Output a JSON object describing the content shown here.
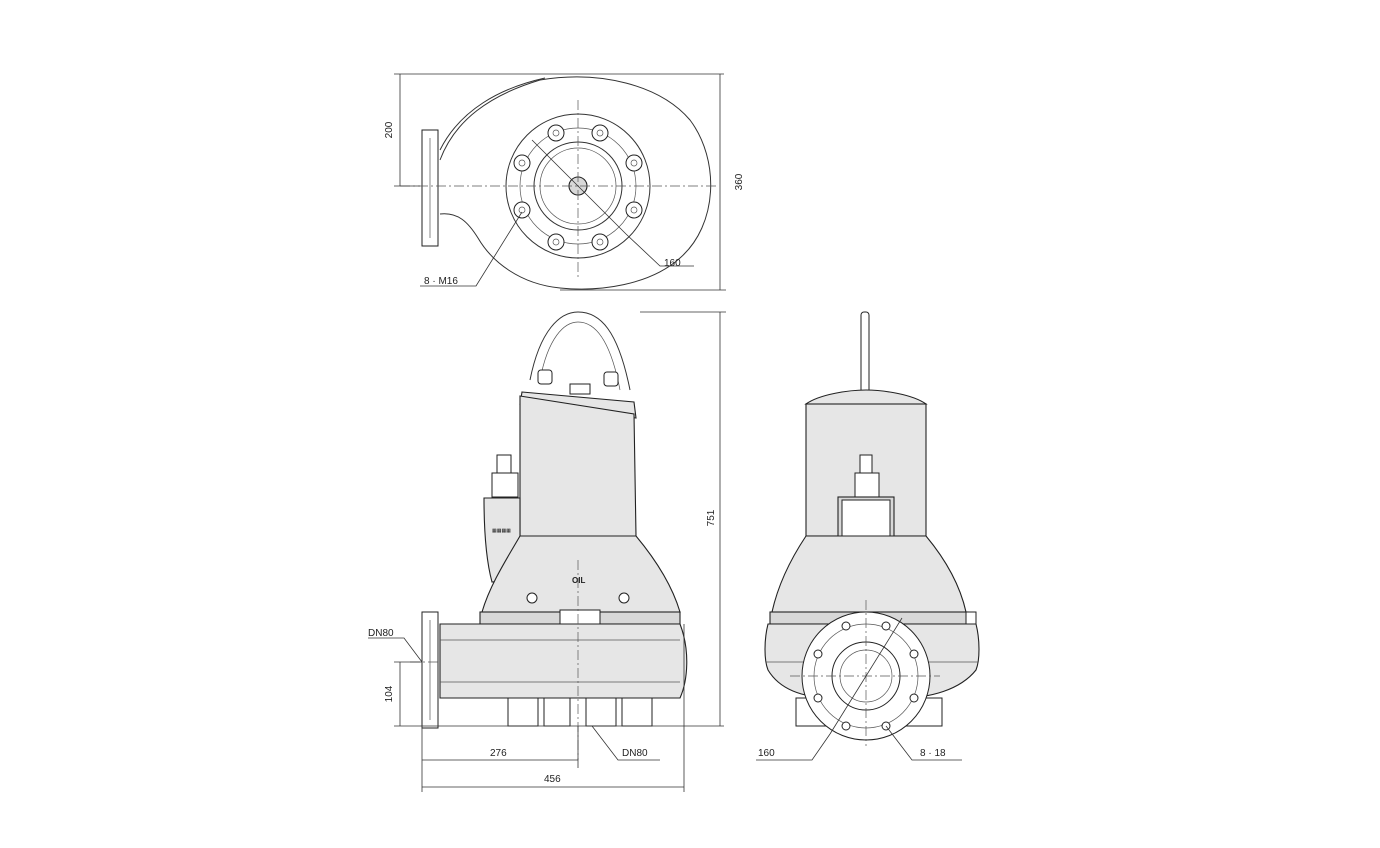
{
  "dimensions": {
    "top_height": "200",
    "top_total": "360",
    "bolt_circle_top": "160",
    "bolts_top": "8   ·  M16",
    "overall_height": "751",
    "inlet_left": "DN80",
    "outlet_height": "104",
    "offset_276": "276",
    "outlet_bottom": "DN80",
    "width_456": "456",
    "bolt_circle_side": "160",
    "bolts_side": "8   ·  18"
  },
  "labels": {
    "oil": "OIL"
  }
}
